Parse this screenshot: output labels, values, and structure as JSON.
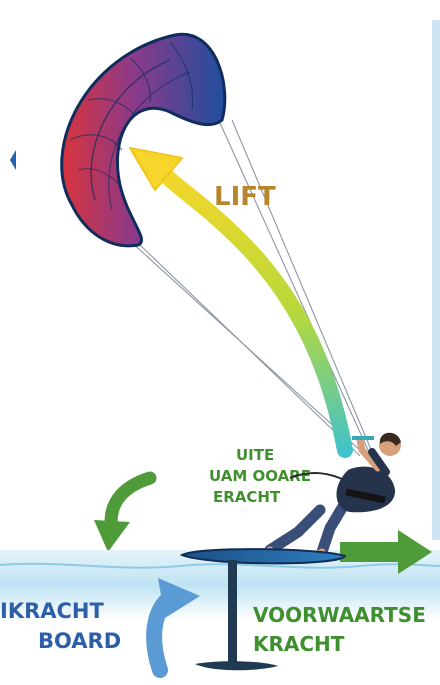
{
  "labels": {
    "lift": "LIFT",
    "center_line1": "UITE",
    "center_line2": "UAM OOARE",
    "center_line3": "ERACHT",
    "left_line1": "IKRACHT",
    "left_line2": "BOARD",
    "right_line1": "VOORWAARTSE",
    "right_line2": "KRACHT"
  },
  "colors": {
    "lift_text": "#b8862a",
    "green_text": "#3f8f2f",
    "blue_text": "#2d5fa8",
    "kite_red": "#d8343c",
    "kite_blue": "#1f4f9e",
    "water": "#bfe3f3",
    "foil": "#1f3a52",
    "lift_arrow_top": "#f6d62a",
    "lift_arrow_bottom": "#42c2c8",
    "green_arrow": "#4f9b39",
    "blue_arrow": "#5b9bd5"
  },
  "icons": {
    "kite": "kite-icon",
    "rider": "kitesurfer-icon",
    "hydrofoil": "hydrofoil-board-icon"
  }
}
